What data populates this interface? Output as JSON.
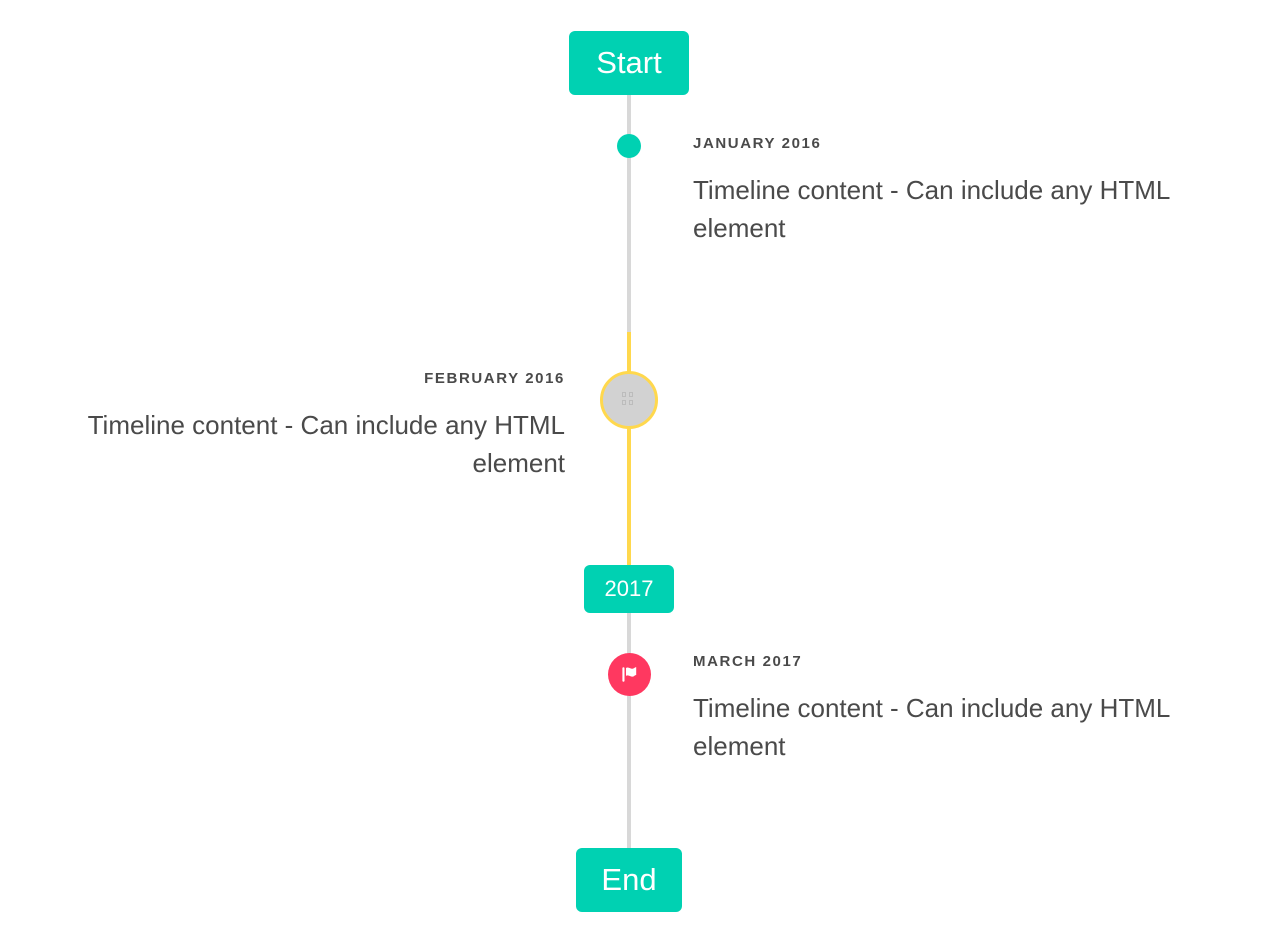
{
  "timeline": {
    "start_badge": {
      "label": "Start",
      "color": "#00d1b2"
    },
    "year_badge": {
      "label": "2017",
      "color": "#00d1b2"
    },
    "end_badge": {
      "label": "End",
      "color": "#00d1b2"
    },
    "line_color": "#d8d8d8",
    "highlight_line_color": "#ffd84d",
    "entries": [
      {
        "date": "JANUARY 2016",
        "body": "Timeline content - Can include any HTML element",
        "side": "right",
        "marker": {
          "icon": "dot-icon",
          "fill": "#00d1b2",
          "ring": "none"
        }
      },
      {
        "date": "FEBRUARY 2016",
        "body": "Timeline content - Can include any HTML element",
        "side": "left",
        "marker": {
          "icon": "missing-glyph-icon",
          "fill": "#d2d2d2",
          "ring": "#ffd84d"
        }
      },
      {
        "date": "MARCH 2017",
        "body": "Timeline content - Can include any HTML element",
        "side": "right",
        "marker": {
          "icon": "flag-icon",
          "fill": "#ff3860",
          "ring": "none"
        }
      }
    ]
  }
}
